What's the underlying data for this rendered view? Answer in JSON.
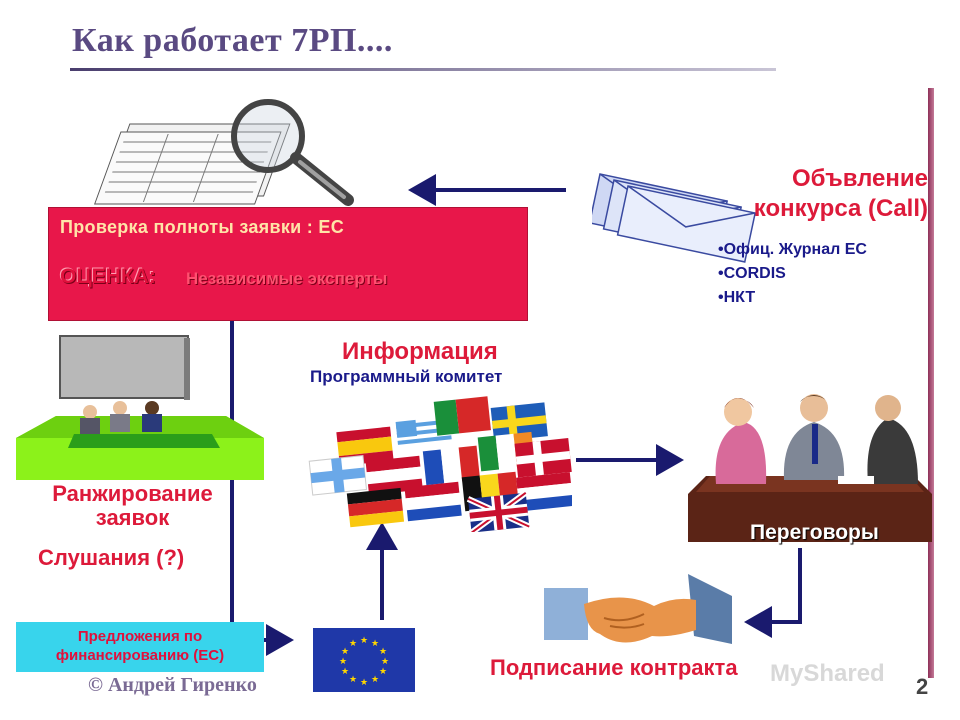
{
  "title": "Как работает 7РП....",
  "evaluation_box": {
    "line1": "Проверка полноты заявки : ЕС",
    "line2_bold": "ОЦЕНКА:",
    "line2_rest": "Независимые эксперты"
  },
  "call": {
    "title_line1": "Объвление",
    "title_line2": "конкурса (Call)",
    "bullets": [
      "•Офиц. Журнал ЕС",
      "•CORDIS",
      "•НКТ"
    ]
  },
  "information": {
    "title": "Информация",
    "subtitle": "Программный комитет"
  },
  "ranking": {
    "line1": "Ранжирование",
    "line2": "заявок",
    "hearings": "Слушания (?)"
  },
  "funding_proposal": {
    "line1": "Предложения по",
    "line2": "финансированию (ЕС)"
  },
  "negotiations": "Переговоры",
  "contract_signing": "Подписание контракта",
  "author": "Андрей Гиренко",
  "copyright_symbol": "©",
  "page_number": "2",
  "watermark": "MyShared",
  "colors": {
    "title": "#5a4a82",
    "accent_red": "#dd1a3a",
    "red_box": "#e8174a",
    "cyan_box": "#38d4ec",
    "arrow": "#1a1a6e",
    "eu_blue": "#1f38a8"
  }
}
